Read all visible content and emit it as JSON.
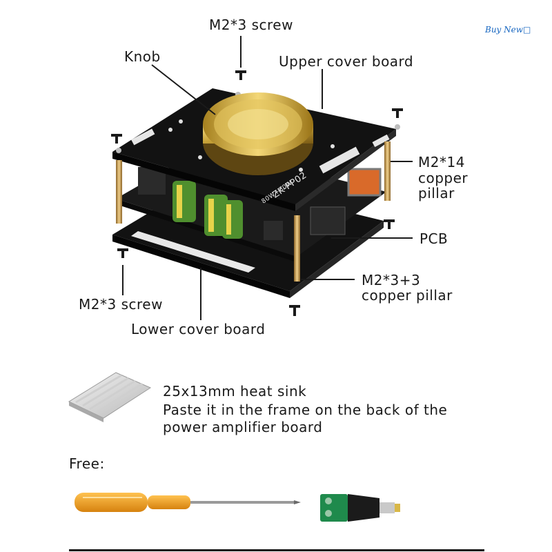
{
  "watermark": "Buy  New□",
  "labels": {
    "top_screw": "M2*3 screw",
    "knob": "Knob",
    "upper_cover": "Upper cover board",
    "pillar14_line1": "M2*14",
    "pillar14_line2": "copper",
    "pillar14_line3": "pillar",
    "pcb": "PCB",
    "pillar33_line1": "M2*3+3",
    "pillar33_line2": "copper pillar",
    "bottom_screw": "M2*3 screw",
    "lower_cover": "Lower cover board"
  },
  "board_text": {
    "model": "ZK-PP02",
    "power": "80W+80W"
  },
  "heatsink": {
    "line1": "25x13mm heat sink",
    "line2": "Paste it in the frame on the back of the",
    "line3": "power amplifier board"
  },
  "free_label": "Free:",
  "colors": {
    "board": "#121212",
    "knob_gold": "#c9a43a",
    "copper": "#c8a060",
    "screwdriver_handle": "#f2a623",
    "terminal_green": "#1f8a4c"
  }
}
